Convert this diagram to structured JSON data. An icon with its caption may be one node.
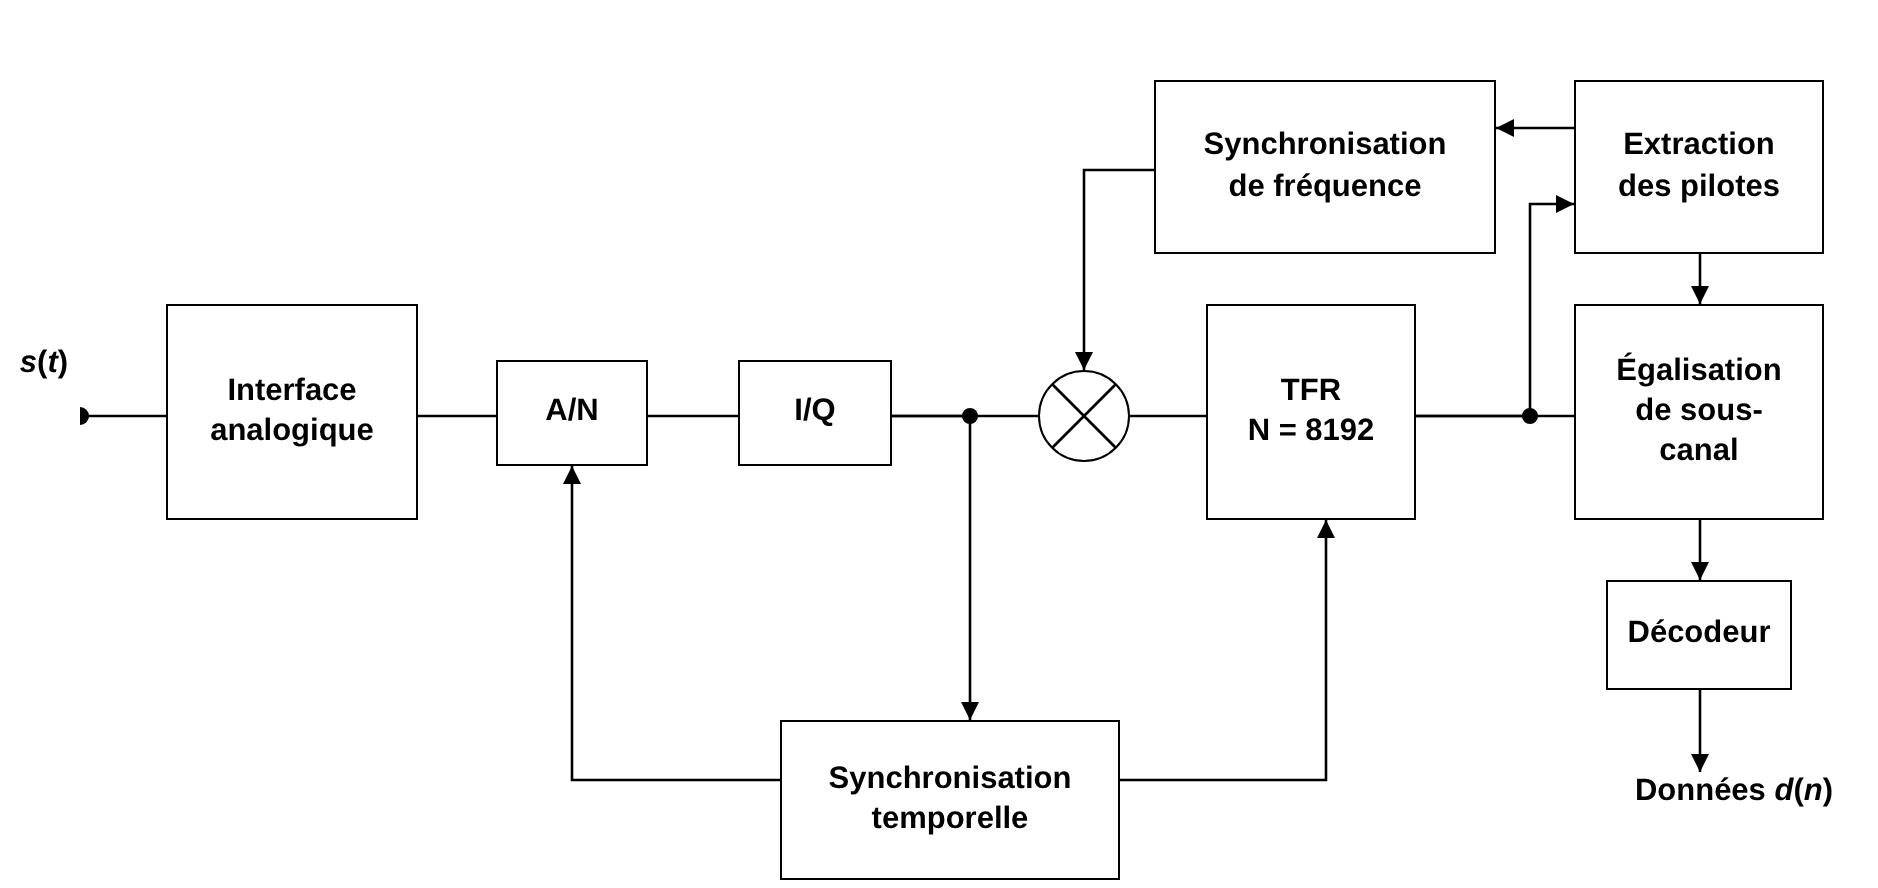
{
  "diagram": {
    "nodes": [
      {
        "text": [
          "*s*(*t*)"
        ]
      },
      {
        "text": [
          "Interface analogique"
        ]
      },
      {
        "text": [
          "A/N"
        ]
      },
      {
        "text": [
          "I/Q"
        ]
      },
      {
        "text": [
          "Synchronisation de fréquence"
        ]
      },
      {
        "text": [],
        "shape": "circle"
      },
      {
        "text": [
          "TFR",
          "N = 8192"
        ]
      },
      {
        "text": [
          "Extraction des pilotes"
        ]
      },
      {
        "text": [
          "Égalisation de sous-canal"
        ]
      },
      {
        "text": [
          "Décodeur"
        ]
      },
      {
        "text": [
          "Données *d*(*n*)"
        ]
      },
      {
        "text": [
          "Synchronisation temporelle"
        ]
      }
    ],
    "edges": [
      {
        "from": 0,
        "to": 1,
        "arrow": "other"
      },
      {
        "from": 1,
        "to": 2,
        "arrow": "none"
      },
      {
        "from": 2,
        "to": 3,
        "arrow": "none"
      },
      {
        "from": 3,
        "to": 5,
        "arrow": "none"
      },
      {
        "from": 3,
        "to": 11,
        "arrow": "to"
      },
      {
        "from": 4,
        "to": 5,
        "arrow": "to"
      },
      {
        "from": 5,
        "to": 6,
        "arrow": "none"
      },
      {
        "from": 6,
        "to": 8,
        "arrow": "none"
      },
      {
        "from": 6,
        "to": 7,
        "arrow": "to"
      },
      {
        "from": 7,
        "to": 4,
        "arrow": "to"
      },
      {
        "from": 7,
        "to": 8,
        "arrow": "to"
      },
      {
        "from": 8,
        "to": 9,
        "arrow": "to"
      },
      {
        "from": 9,
        "to": 10,
        "arrow": "to"
      },
      {
        "from": 11,
        "to": 2,
        "arrow": "to"
      },
      {
        "from": 11,
        "to": 6,
        "arrow": "to"
      }
    ]
  }
}
